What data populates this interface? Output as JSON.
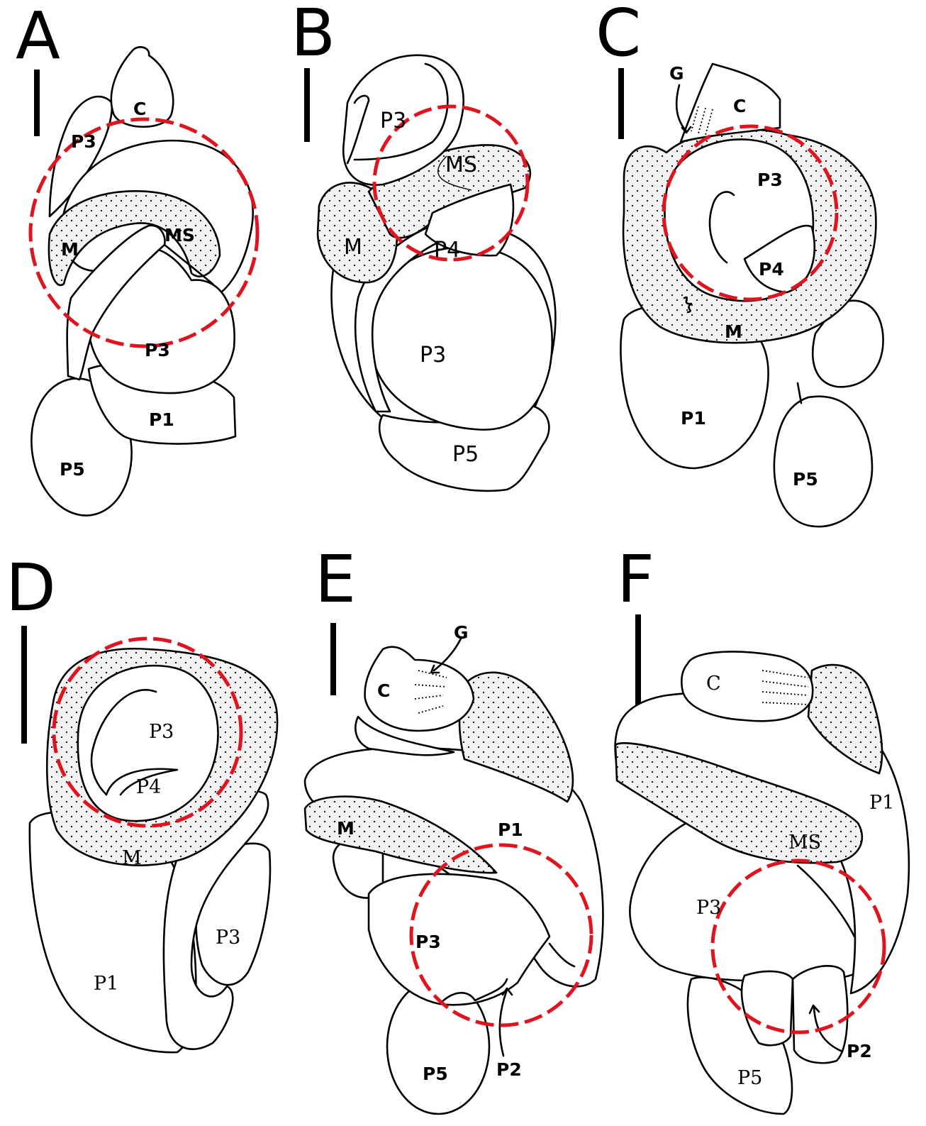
{
  "colors": {
    "highlight_ring": "#e0141e",
    "outline": "#000000",
    "background": "#ffffff"
  },
  "panels": [
    {
      "letter": "A",
      "labels": {
        "c": "C",
        "p3_top": "P3",
        "m": "M",
        "ms": "MS",
        "p3_mid": "P3",
        "p1": "P1",
        "p5": "P5"
      }
    },
    {
      "letter": "B",
      "labels": {
        "p3_top": "P3",
        "ms": "MS",
        "m": "M",
        "p4": "P4",
        "p3_mid": "P3",
        "p5": "P5"
      }
    },
    {
      "letter": "C",
      "labels": {
        "g": "G",
        "c": "C",
        "p3": "P3",
        "p4": "P4",
        "m": "M",
        "p1": "P1",
        "p5": "P5"
      }
    },
    {
      "letter": "D",
      "labels": {
        "p3_top": "P3",
        "p4": "P4",
        "m": "M",
        "p3_side": "P3",
        "p1": "P1"
      }
    },
    {
      "letter": "E",
      "labels": {
        "g": "G",
        "c": "C",
        "m": "M",
        "p1": "P1",
        "p3": "P3",
        "p2": "P2",
        "p5": "P5"
      }
    },
    {
      "letter": "F",
      "labels": {
        "c": "C",
        "p1": "P1",
        "ms": "MS",
        "p3": "P3",
        "p5": "P5",
        "p2": "P2"
      }
    }
  ]
}
